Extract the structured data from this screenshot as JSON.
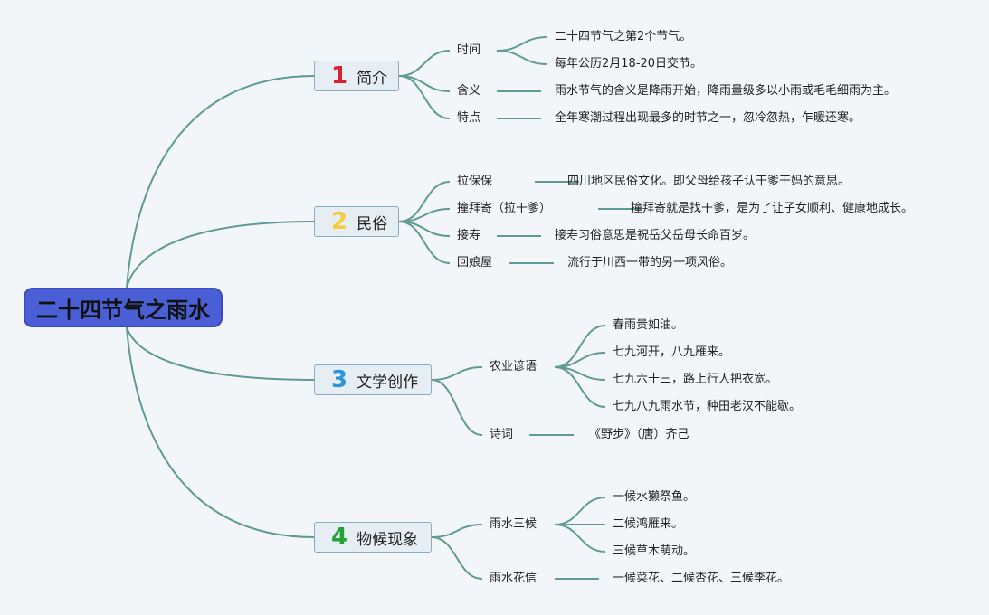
{
  "root": "二十四节气之雨水",
  "colors": {
    "root_bg": "#4a5fd6",
    "line": "#5f9b94",
    "num1": "#d9202e",
    "num2": "#f2cc3b",
    "num3": "#2d95d8",
    "num4": "#23a23a"
  },
  "topics": [
    {
      "num": "1",
      "label": "简介",
      "children": [
        {
          "label": "时间",
          "details": [
            "二十四节气之第2个节气。",
            "每年公历2月18-20日交节。"
          ]
        },
        {
          "label": "含义",
          "details": [
            "雨水节气的含义是降雨开始，降雨量级多以小雨或毛毛细雨为主。"
          ]
        },
        {
          "label": "特点",
          "details": [
            "全年寒潮过程出现最多的时节之一，忽冷忽热，乍暖还寒。"
          ]
        }
      ]
    },
    {
      "num": "2",
      "label": "民俗",
      "children": [
        {
          "label": "拉保保",
          "details": [
            "四川地区民俗文化。即父母给孩子认干爹干妈的意思。"
          ]
        },
        {
          "label": "撞拜寄（拉干爹）",
          "details": [
            "撞拜寄就是找干爹，是为了让子女顺利、健康地成长。"
          ]
        },
        {
          "label": "接寿",
          "details": [
            "接寿习俗意思是祝岳父岳母长命百岁。"
          ]
        },
        {
          "label": "回娘屋",
          "details": [
            "流行于川西一带的另一项风俗。"
          ]
        }
      ]
    },
    {
      "num": "3",
      "label": "文学创作",
      "children": [
        {
          "label": "农业谚语",
          "details": [
            "春雨贵如油。",
            "七九河开，八九雁来。",
            "七九六十三，路上行人把衣宽。",
            "七九八九雨水节，种田老汉不能歇。"
          ]
        },
        {
          "label": "诗词",
          "details": [
            "《野步》（唐）齐己"
          ]
        }
      ]
    },
    {
      "num": "4",
      "label": "物候现象",
      "children": [
        {
          "label": "雨水三候",
          "details": [
            "一候水獭祭鱼。",
            "二候鸿雁来。",
            "三候草木萌动。"
          ]
        },
        {
          "label": "雨水花信",
          "details": [
            "一候菜花、二候杏花、三候李花。"
          ]
        }
      ]
    }
  ]
}
